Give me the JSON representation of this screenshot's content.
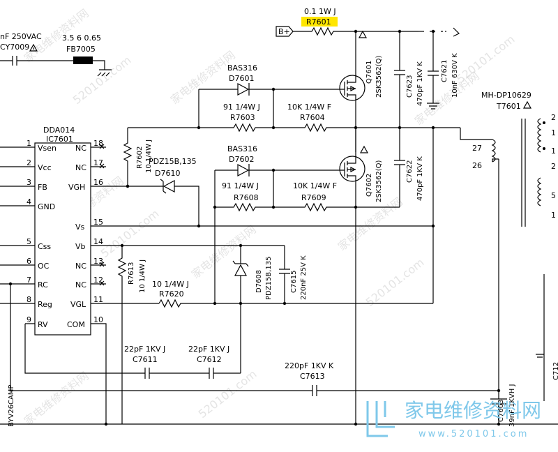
{
  "top": {
    "r7601_rating": "0.1 1W J",
    "r7601_name": "R7601",
    "highlight_color": "#ffe600",
    "bplus": "B+",
    "cy7009_value": "nF 250VAC",
    "cy7009_name": "CY7009",
    "fb7005_value": "3.5 6 0.65",
    "fb7005_name": "FB7005"
  },
  "ic": {
    "part": "DDA014",
    "ref": "IC7601",
    "pins_left": [
      {
        "num": "1",
        "name": "Vsen"
      },
      {
        "num": "2",
        "name": "Vcc"
      },
      {
        "num": "3",
        "name": "FB"
      },
      {
        "num": "4",
        "name": "GND"
      },
      {
        "num": "5",
        "name": "Css"
      },
      {
        "num": "6",
        "name": "OC"
      },
      {
        "num": "7",
        "name": "RC"
      },
      {
        "num": "8",
        "name": "Reg"
      },
      {
        "num": "9",
        "name": "RV"
      }
    ],
    "pins_right": [
      {
        "num": "18",
        "name": "NC"
      },
      {
        "num": "17",
        "name": "NC"
      },
      {
        "num": "16",
        "name": "VGH"
      },
      {
        "num": "15",
        "name": "Vs"
      },
      {
        "num": "14",
        "name": "Vb"
      },
      {
        "num": "13",
        "name": "NC"
      },
      {
        "num": "12",
        "name": "NC"
      },
      {
        "num": "11",
        "name": "VGL"
      },
      {
        "num": "10",
        "name": "COM"
      }
    ]
  },
  "parts": {
    "d7601_type": "BAS316",
    "d7601_name": "D7601",
    "r7603_value": "91 1/4W J",
    "r7603_name": "R7603",
    "r7604_value": "10K 1/4W F",
    "r7604_name": "R7604",
    "d7602_type": "BAS316",
    "d7602_name": "D7602",
    "r7608_value": "91 1/4W J",
    "r7608_name": "R7608",
    "r7609_value": "10K 1/4W F",
    "r7609_name": "R7609",
    "r7602_name": "R7602",
    "r7602_value": "10 1/4W J",
    "d7610_type": "PDZ15B,135",
    "d7610_name": "D7610",
    "r7613_name": "R7613",
    "r7613_value": "10 1/4W J",
    "r7620_value": "10 1/4W J",
    "r7620_name": "R7620",
    "d7608_name": "D7608",
    "d7608_type": "PDZ15B,135",
    "c7615_name": "C7615",
    "c7615_value": "220nF 25V K",
    "c7611_value": "22pF 1KV J",
    "c7611_name": "C7611",
    "c7612_value": "22pF 1KV J",
    "c7612_name": "C7612",
    "c7613_value": "220pF 1KV K",
    "c7613_name": "C7613",
    "q7601_name": "Q7601",
    "q7601_type": "2SK3562(Q)",
    "q7602_name": "Q7602",
    "q7602_type": "2SK3562(Q)",
    "c7623_name": "C7623",
    "c7623_value": "470pF 1KV K",
    "c7621_name": "C7621",
    "c7621_value": "10nF 630V K",
    "c7622_name": "C7622",
    "c7622_value": "470pF 1KV K",
    "c7603_name": "C7603",
    "c7603_value": "39nF 1KVH J",
    "c7120_partial": "C712",
    "byv_partial": "BYV26CAMP",
    "t7601_type": "MH-DP10629",
    "t7601_name": "T7601",
    "t7601_pin27": "27",
    "t7601_pin26": "26",
    "t7601_right_1": "2",
    "t7601_right_2": "1",
    "t7601_right_3": "1",
    "t7601_right_4": "2",
    "t7601_right_5": "5",
    "t7601_right_6": "1"
  },
  "watermarks": {
    "site": "520101.com",
    "cn": "家电维修资料网",
    "logo_cn": "家电维修资料网",
    "logo_url": "www.520101.com"
  }
}
